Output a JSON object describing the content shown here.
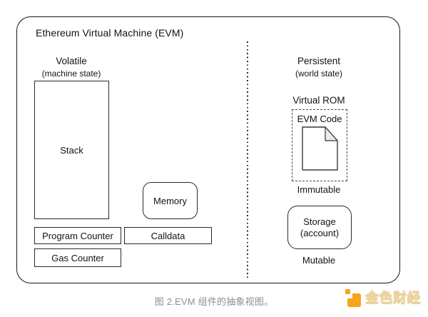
{
  "frame": {
    "title": "Ethereum Virtual Machine (EVM)"
  },
  "left_panel": {
    "heading": "Volatile",
    "subheading": "(machine state)",
    "boxes": {
      "stack": "Stack",
      "memory": "Memory",
      "program_counter": "Program Counter",
      "calldata": "Calldata",
      "gas_counter": "Gas Counter"
    }
  },
  "right_panel": {
    "heading": "Persistent",
    "subheading": "(world state)",
    "virtual_rom": "Virtual ROM",
    "evm_code": "EVM Code",
    "immutable": "Immutable",
    "storage_line1": "Storage",
    "storage_line2": "(account)",
    "mutable": "Mutable"
  },
  "caption": "图 2.EVM 组件的抽象视图。",
  "watermark": {
    "brand_text": "金色财经",
    "icon": "jinse-finance-logo-icon",
    "orange": "#F7A41D",
    "gold_text": "#EED9A4"
  },
  "colors": {
    "background": "#FFFFFF",
    "stroke": "#161616",
    "caption_gray": "#8E8E8E",
    "fold_gray": "#EAEAEA"
  }
}
